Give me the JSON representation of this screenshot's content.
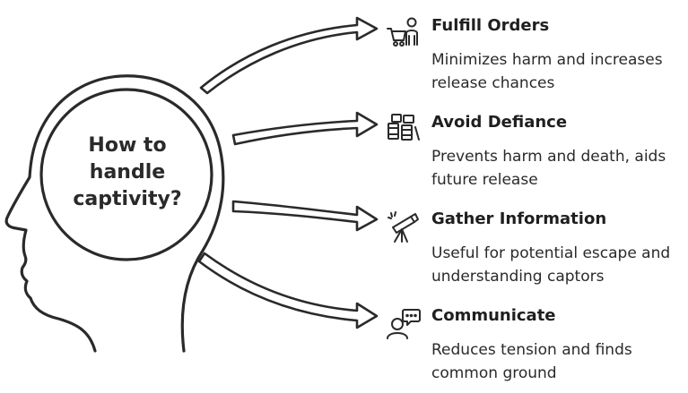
{
  "central_question": "How to handle captivity?",
  "items": [
    {
      "title": "Fulfill Orders",
      "description": "Minimizes harm and increases release chances",
      "icon": "shopping-cart-person-icon"
    },
    {
      "title": "Avoid Defiance",
      "description": "Prevents harm and death, aids future release",
      "icon": "books-icon"
    },
    {
      "title": "Gather Information",
      "description": "Useful for potential escape and understanding captors",
      "icon": "telescope-icon"
    },
    {
      "title": "Communicate",
      "description": "Reduces tension and finds common ground",
      "icon": "person-speech-bubble-icon"
    }
  ]
}
